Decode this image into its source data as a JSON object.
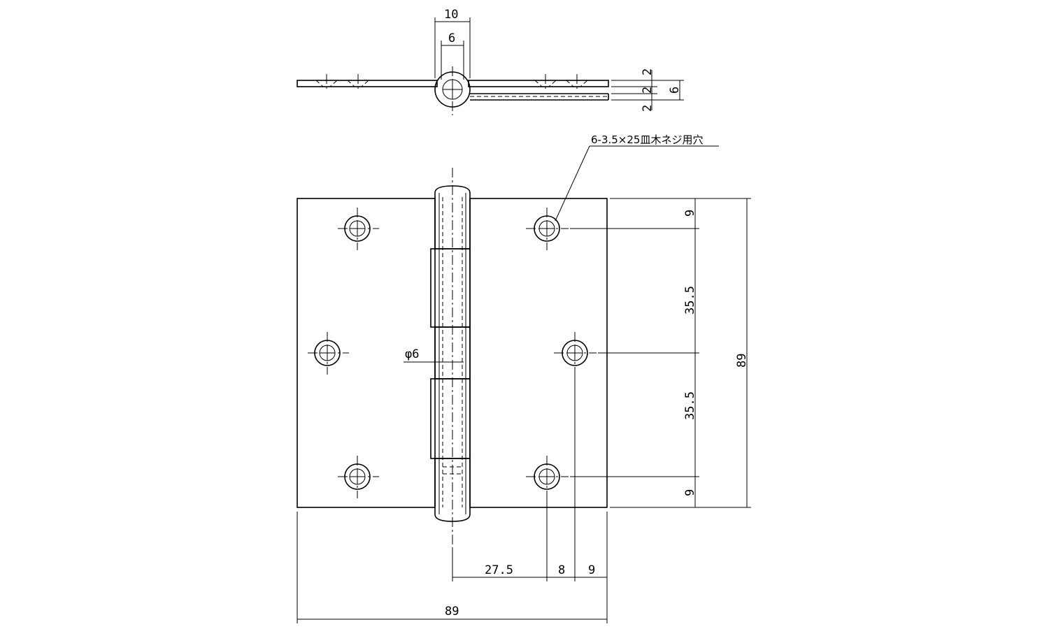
{
  "top_view": {
    "pin_width_dim": "10",
    "pin_dia_dim": "6",
    "leaf_thickness_a": "2",
    "leaf_gap": "2",
    "leaf_thickness_b": "2",
    "total_thickness": "6"
  },
  "front_view": {
    "hole_note": "6-3.5×25皿木ネジ用穴",
    "pin_diameter_label": "φ6",
    "right_dims": {
      "top_offset": "9",
      "upper_spacing": "35.5",
      "lower_spacing": "35.5",
      "bottom_offset": "9",
      "height": "89"
    },
    "bottom_dims": {
      "pin_to_hole": "27.5",
      "hole_offset": "8",
      "edge_offset": "9",
      "width": "89"
    }
  }
}
